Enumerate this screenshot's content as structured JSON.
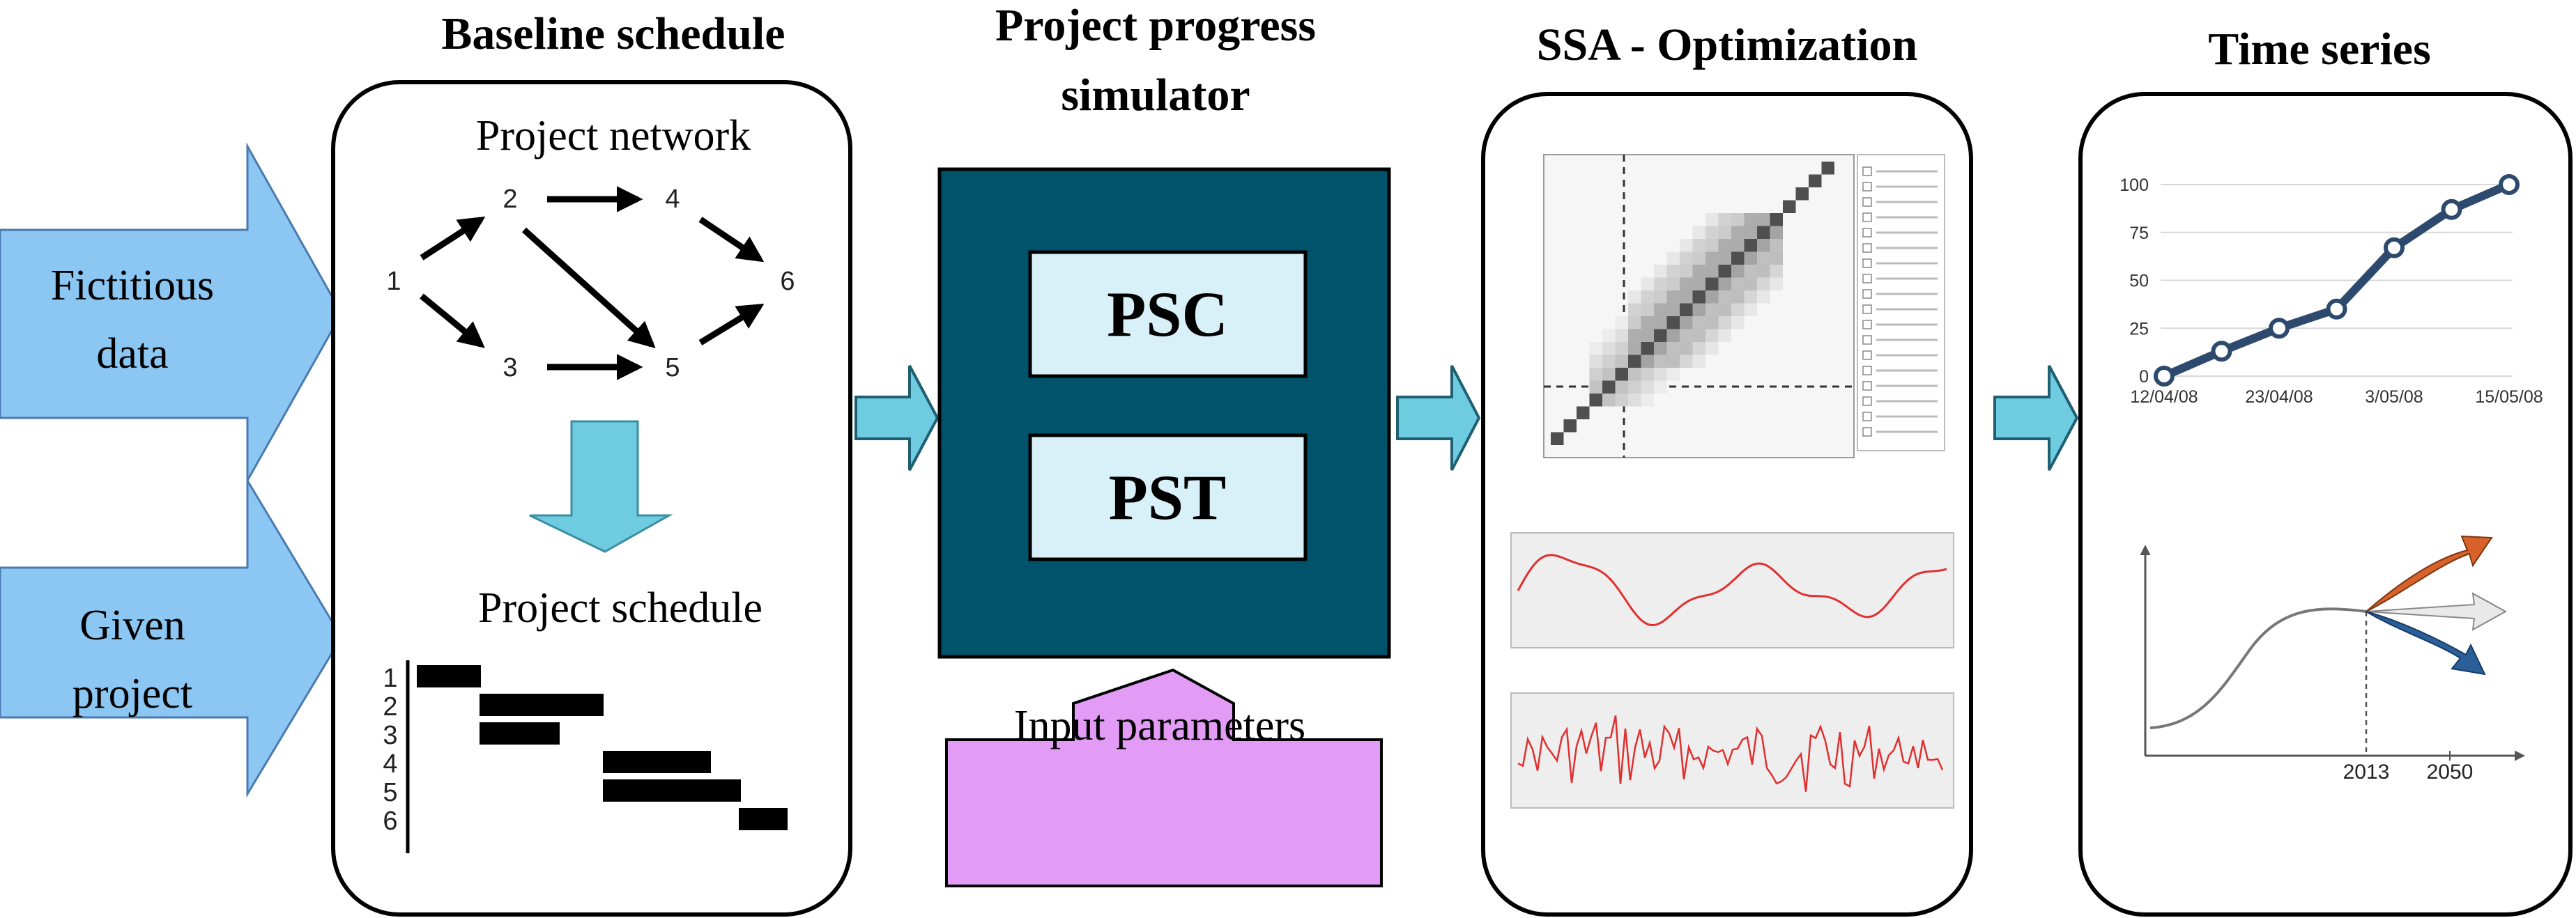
{
  "headers": {
    "baseline": "Baseline schedule",
    "simulator_line1": "Project progress",
    "simulator_line2": "simulator",
    "ssa": "SSA - Optimization",
    "timeseries": "Time series"
  },
  "inputs": {
    "fictitious_line1": "Fictitious",
    "fictitious_line2": "data",
    "given_line1": "Given",
    "given_line2": "project"
  },
  "baseline": {
    "network_title": "Project network",
    "schedule_title": "Project schedule",
    "network_nodes": [
      "1",
      "2",
      "3",
      "4",
      "5",
      "6"
    ],
    "gantt_rows": [
      "1",
      "2",
      "3",
      "4",
      "5",
      "6"
    ]
  },
  "simulator": {
    "module1": "PSC",
    "module2": "PST",
    "input_parameters": "Input parameters"
  },
  "timeseries": {
    "chart_data": {
      "type": "line",
      "x": [
        "12/04/08",
        "",
        "23/04/08",
        "",
        "3/05/08",
        "",
        "15/05/08"
      ],
      "y": [
        0,
        13,
        25,
        35,
        67,
        87,
        100
      ],
      "xticks": [
        "12/04/08",
        "23/04/08",
        "3/05/08",
        "15/05/08"
      ],
      "yticks": [
        0,
        25,
        50,
        75,
        100
      ],
      "ylim": [
        0,
        100
      ],
      "grid": true,
      "color": "#2d4a6e"
    },
    "forecast_labels": [
      "2013",
      "2050"
    ]
  },
  "colors": {
    "input_arrow": "#8cc7f3",
    "flow_arrow": "#6fcbe0",
    "simulator_box": "#00536a",
    "module_fill": "#d8f0f8",
    "param_arrow": "#e29cf5"
  }
}
